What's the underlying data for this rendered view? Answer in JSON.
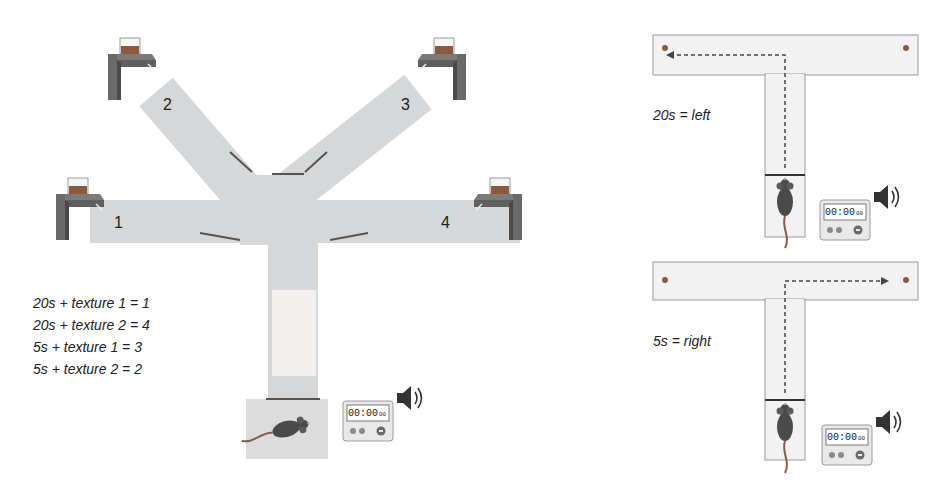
{
  "diagram": {
    "labels": [
      "2",
      "3",
      "1",
      "4",
      "20s + texture 1 = 1",
      "20s + texture 2 = 4",
      "5s + texture 1 = 3",
      "5s + texture 2 = 2",
      "00:00",
      "00",
      "20s = left",
      "00:00",
      "00",
      "5s = right",
      "00:00",
      "00"
    ]
  }
}
